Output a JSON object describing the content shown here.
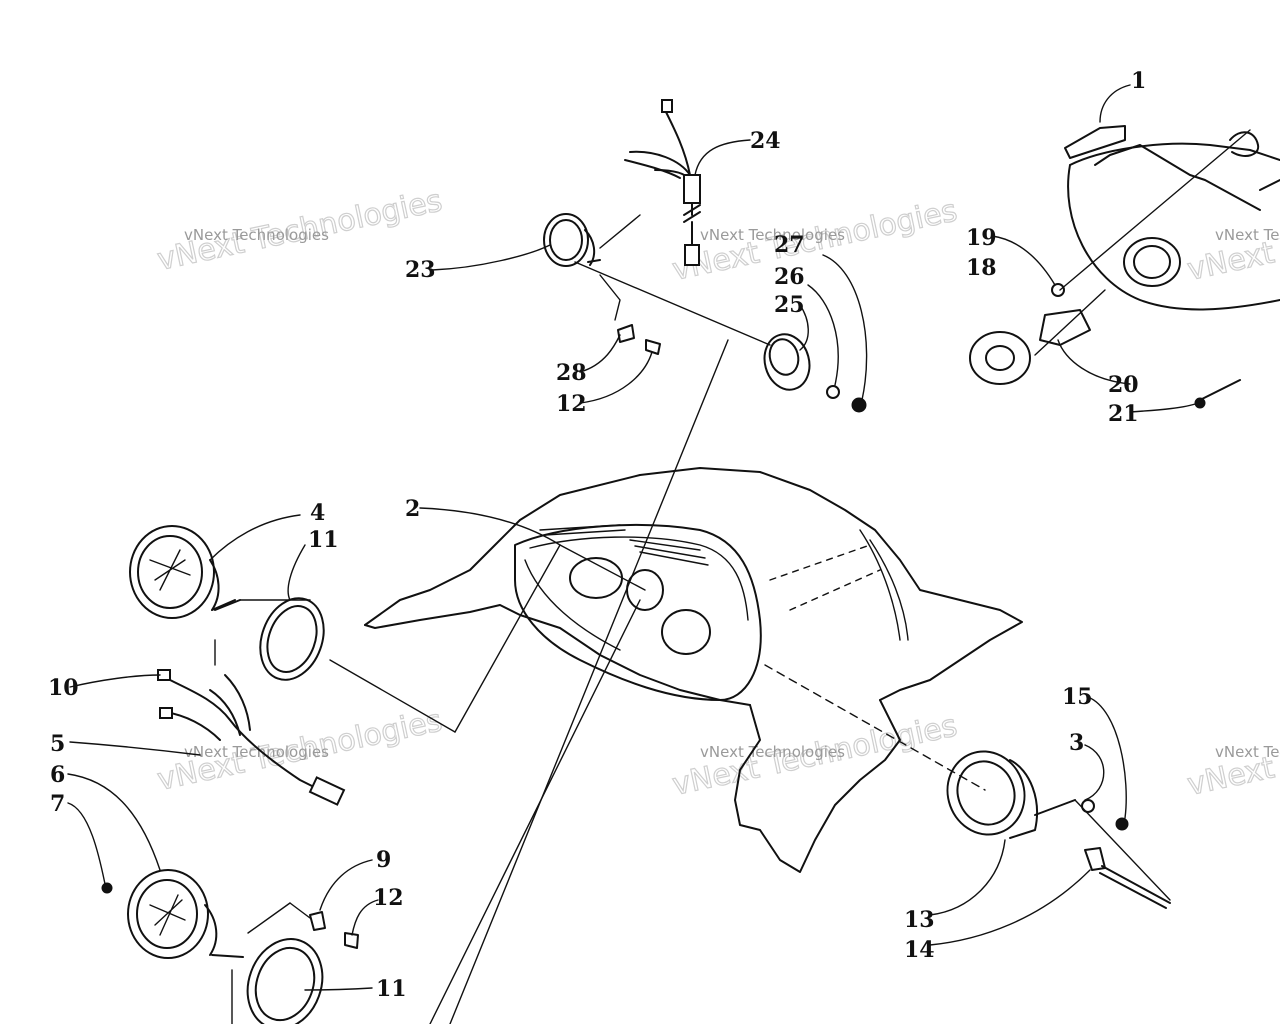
{
  "callouts": {
    "c1": "1",
    "c2": "2",
    "c3": "3",
    "c4": "4",
    "c5": "5",
    "c6": "6",
    "c7": "7",
    "c9": "9",
    "c10": "10",
    "c11a": "11",
    "c11b": "11",
    "c12a": "12",
    "c12b": "12",
    "c13": "13",
    "c14": "14",
    "c15": "15",
    "c18": "18",
    "c19": "19",
    "c20": "20",
    "c21": "21",
    "c23": "23",
    "c24": "24",
    "c25": "25",
    "c26": "26",
    "c27": "27",
    "c28": "28"
  },
  "watermark": {
    "line1": "vNext Technologies",
    "line2": "vNext Technologies"
  }
}
